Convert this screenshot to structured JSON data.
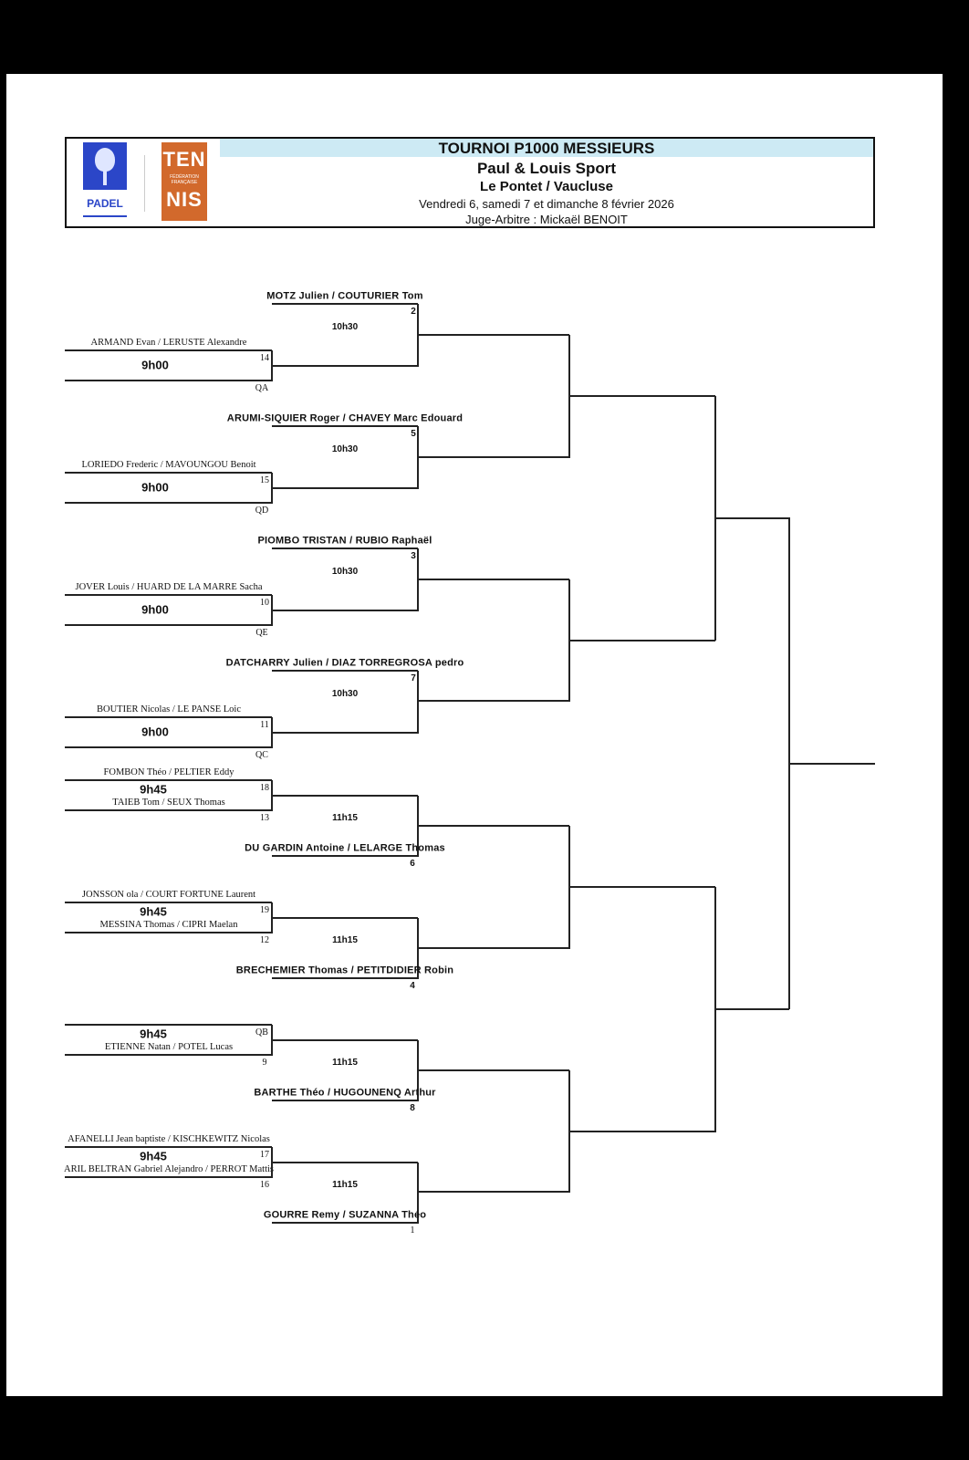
{
  "header": {
    "title": "TOURNOI P1000 MESSIEURS",
    "club": "Paul & Louis Sport",
    "location": "Le Pontet / Vaucluse",
    "dates": "Vendredi 6, samedi 7 et dimanche 8 février 2026",
    "referee": "Juge-Arbitre : Mickaël BENOIT",
    "logos": {
      "padel": "PADEL",
      "tennis_top": "TEN",
      "tennis_bottom": "NIS",
      "tennis_middle": "FÉDÉRATION FRANÇAISE"
    },
    "colors": {
      "band": "#cdeaf4",
      "padel_blue": "#2b46c8",
      "tennis_orange": "#d2692c"
    }
  },
  "top_matches": [
    {
      "seed_name": "MOTZ Julien / COUTURIER Tom",
      "seed_num": "2",
      "time_r2": "10h30",
      "qual_name": "ARMAND Evan / LERUSTE Alexandre",
      "qual_num": "14",
      "time_r1": "9h00",
      "qual_label": "QA"
    },
    {
      "seed_name": "ARUMI-SIQUIER Roger / CHAVEY Marc Edouard",
      "seed_num": "5",
      "time_r2": "10h30",
      "qual_name": "LORIEDO Frederic / MAVOUNGOU Benoit",
      "qual_num": "15",
      "time_r1": "9h00",
      "qual_label": "QD"
    },
    {
      "seed_name": "PIOMBO TRISTAN / RUBIO Raphaël",
      "seed_num": "3",
      "time_r2": "10h30",
      "qual_name": "JOVER Louis / HUARD DE LA MARRE Sacha",
      "qual_num": "10",
      "time_r1": "9h00",
      "qual_label": "QE"
    },
    {
      "seed_name": "DATCHARRY Julien / DIAZ TORREGROSA pedro",
      "seed_num": "7",
      "time_r2": "10h30",
      "qual_name": "BOUTIER Nicolas / LE PANSE Loic",
      "qual_num": "11",
      "time_r1": "9h00",
      "qual_label": "QC"
    }
  ],
  "bottom_matches": [
    {
      "name_top": "FOMBON Théo / PELTIER Eddy",
      "num_top": "18",
      "time_r1": "9h45",
      "name_bottom": "TAIEB Tom / SEUX Thomas",
      "num_bottom": "13",
      "time_r2": "11h15",
      "seed_name": "DU GARDIN Antoine / LELARGE Thomas",
      "seed_num": "6"
    },
    {
      "name_top": "JONSSON ola / COURT FORTUNE Laurent",
      "num_top": "19",
      "time_r1": "9h45",
      "name_bottom": "MESSINA Thomas / CIPRI Maelan",
      "num_bottom": "12",
      "time_r2": "11h15",
      "seed_name": "BRECHEMIER Thomas / PETITDIDIER Robin",
      "seed_num": "4"
    },
    {
      "name_top": "",
      "num_top": "QB",
      "time_r1": "9h45",
      "name_bottom": "ETIENNE Natan / POTEL Lucas",
      "num_bottom": "9",
      "time_r2": "11h15",
      "seed_name": "BARTHE Théo / HUGOUNENQ Arthur",
      "seed_num": "8"
    },
    {
      "name_top": "AFANELLI Jean baptiste / KISCHKEWITZ Nicolas",
      "num_top": "17",
      "time_r1": "9h45",
      "name_bottom": "ARIL BELTRAN Gabriel Alejandro / PERROT Mattis",
      "num_bottom": "16",
      "time_r2": "11h15",
      "seed_name": "GOURRE Remy / SUZANNA Théo",
      "seed_num": "1"
    }
  ]
}
